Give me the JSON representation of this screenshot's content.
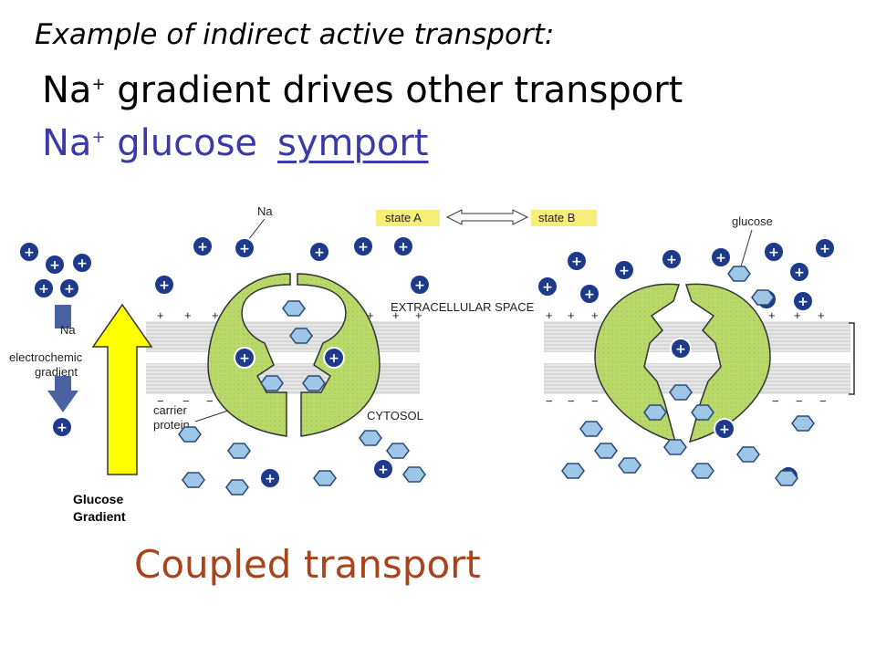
{
  "title_line1": "Example of indirect active transport:",
  "title_line2_prefix": "Na",
  "title_line2_sup": "+",
  "title_line2_rest": " gradient drives other transport",
  "title_line3_prefix": "Na",
  "title_line3_sup": "+",
  "title_line3_mid": " glucose",
  "title_line3_link": "symport",
  "footer": "Coupled transport",
  "diagram": {
    "label_na": "Na",
    "label_na_plus": "+",
    "state_a": "state A",
    "state_b": "state B",
    "glucose": "glucose",
    "extracellular": "EXTRACELLULAR SPACE",
    "cytosol": "CYTOSOL",
    "carrier_line1": "carrier",
    "carrier_line2": "protein",
    "grad_line1": "electrochemic",
    "grad_line2": "gradient",
    "grad_na": "Na",
    "grad_na_plus": "+",
    "glucose_gradient_line1": "Glucose",
    "glucose_gradient_line2": "Gradient",
    "plus_sign": "+",
    "minus_sign": "−"
  },
  "colors": {
    "protein": "#b8d86a",
    "membrane": "#d9d9d9",
    "ion": "#1d3b8a",
    "glucose": "#9ec6e6",
    "arrow_yellow": "#ffff00",
    "state_label_bg": "#f7ee7a"
  }
}
